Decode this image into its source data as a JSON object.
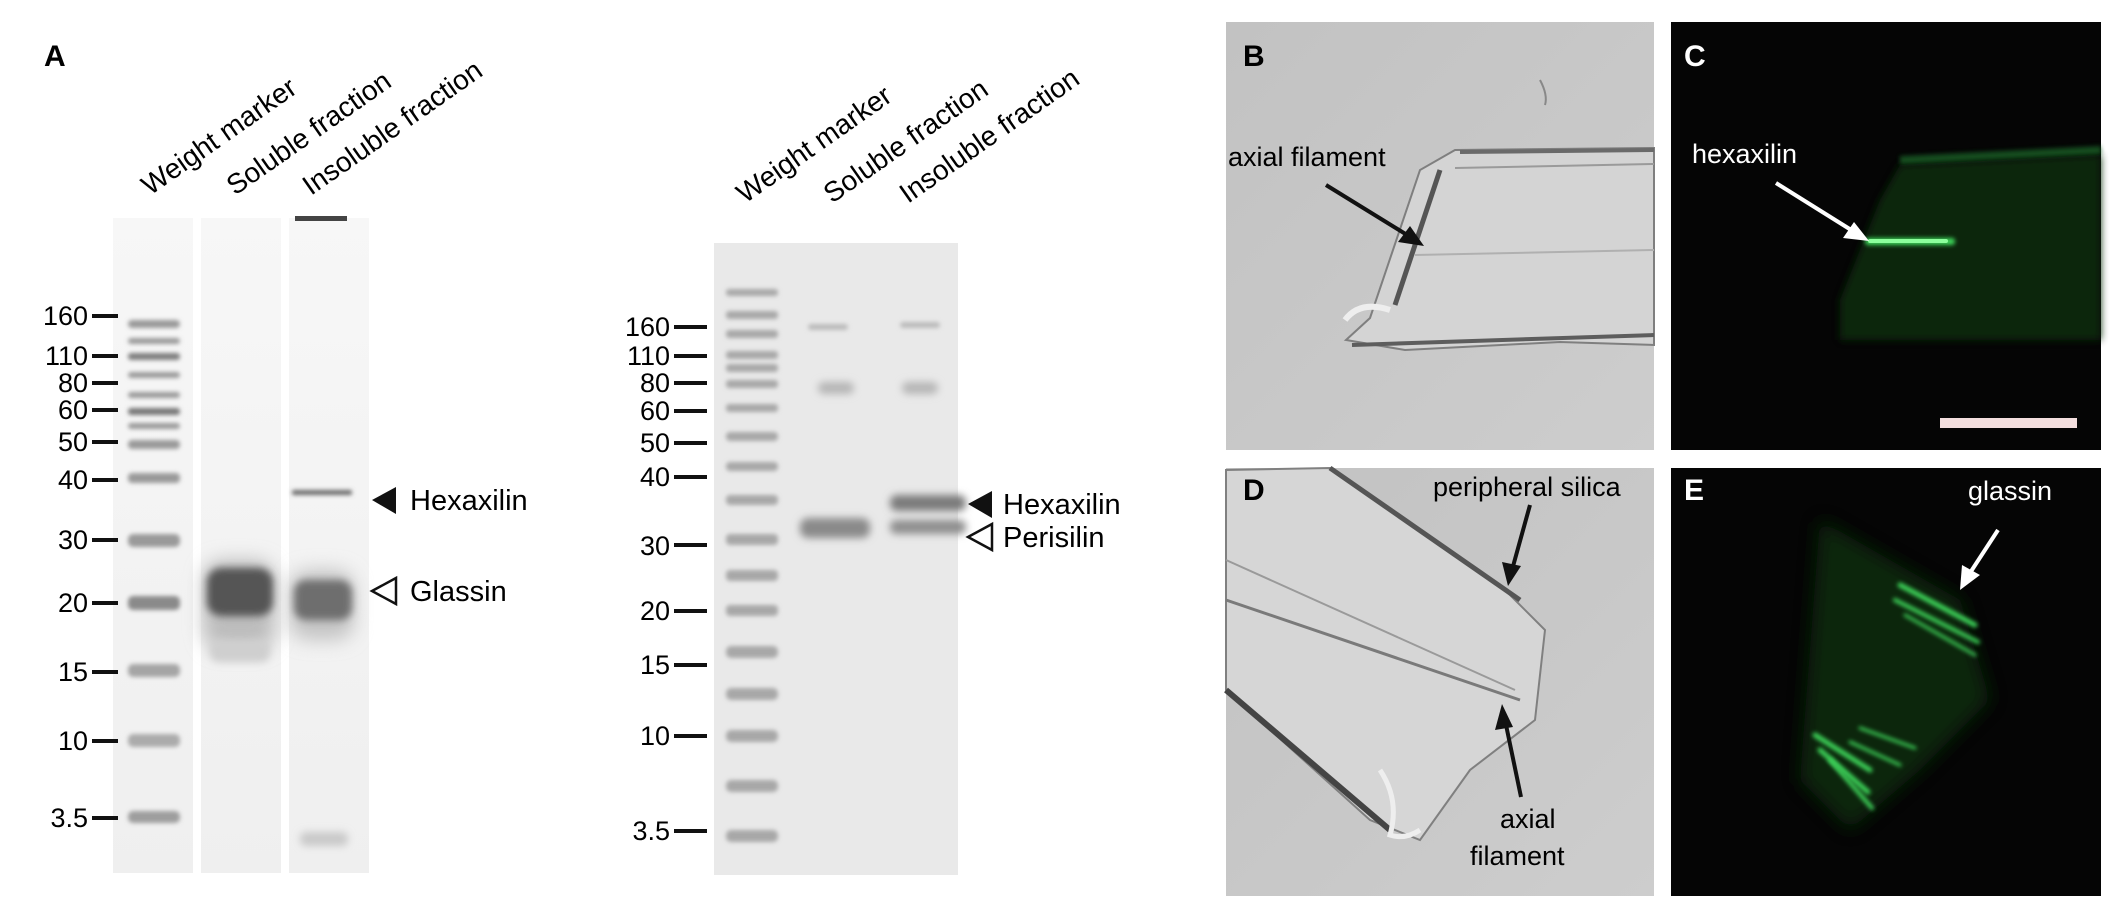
{
  "panels": {
    "A": {
      "letter": "A",
      "gel1": {
        "lane_labels": [
          "Weight marker",
          "Soluble fraction",
          "Insoluble fraction"
        ],
        "marker_kda": [
          "160",
          "110",
          "80",
          "60",
          "50",
          "40",
          "30",
          "20",
          "15",
          "10",
          "3.5"
        ],
        "band_labels": [
          {
            "text": "Hexaxilin",
            "arrow": "filled"
          },
          {
            "text": "Glassin",
            "arrow": "open"
          }
        ]
      },
      "gel2": {
        "lane_labels": [
          "Weight marker",
          "Soluble fraction",
          "Insoluble fraction"
        ],
        "marker_kda": [
          "160",
          "110",
          "80",
          "60",
          "50",
          "40",
          "30",
          "20",
          "15",
          "10",
          "3.5"
        ],
        "band_labels": [
          {
            "text": "Hexaxilin",
            "arrow": "filled"
          },
          {
            "text": "Perisilin",
            "arrow": "open"
          }
        ]
      }
    },
    "B": {
      "letter": "B",
      "annotations": [
        "axial filament"
      ]
    },
    "C": {
      "letter": "C",
      "annotations": [
        "hexaxilin"
      ],
      "scale_bar": true
    },
    "D": {
      "letter": "D",
      "annotations": [
        "peripheral silica",
        "axial",
        "filament"
      ]
    },
    "E": {
      "letter": "E",
      "annotations": [
        "glassin"
      ]
    }
  },
  "colors": {
    "fluorescence_green": "#3cd65a",
    "micrograph_gray": "#c9c9c9",
    "fluorescence_bg": "#050505",
    "scale_bar": "#f3dede"
  }
}
